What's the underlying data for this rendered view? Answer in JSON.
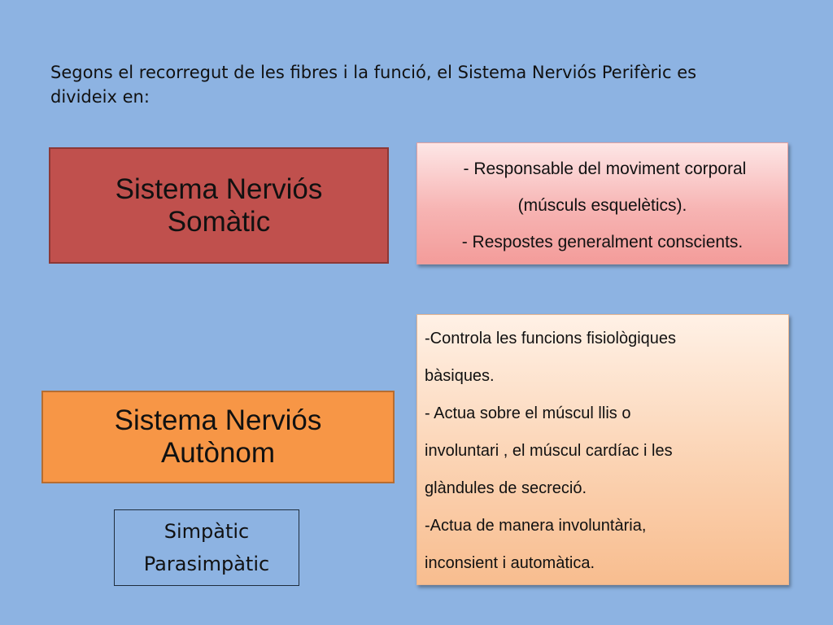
{
  "intro": {
    "line1": "Segons el recorregut de les fibres i la funció, el Sistema Nerviós Perifèric es",
    "line2": "divideix en:"
  },
  "somatic": {
    "title_line1": "Sistema Nerviós",
    "title_line2": "Somàtic",
    "description": [
      " - Responsable del moviment corporal",
      "(músculs esquelètics).",
      "- Respostes generalment conscients."
    ],
    "color": "#c0504d"
  },
  "autonom": {
    "title_line1": "Sistema Nerviós",
    "title_line2": "Autònom",
    "description": [
      "-Controla les funcions fisiològiques",
      "bàsiques.",
      "- Actua sobre el múscul llis o",
      "involuntari , el múscul cardíac i les",
      "glàndules de secreció.",
      "-Actua de manera involuntària,",
      "inconsient i automàtica."
    ],
    "subdivisions": [
      "Simpàtic",
      "Parasimpàtic"
    ],
    "color": "#f79646"
  },
  "background_color": "#8db3e2"
}
